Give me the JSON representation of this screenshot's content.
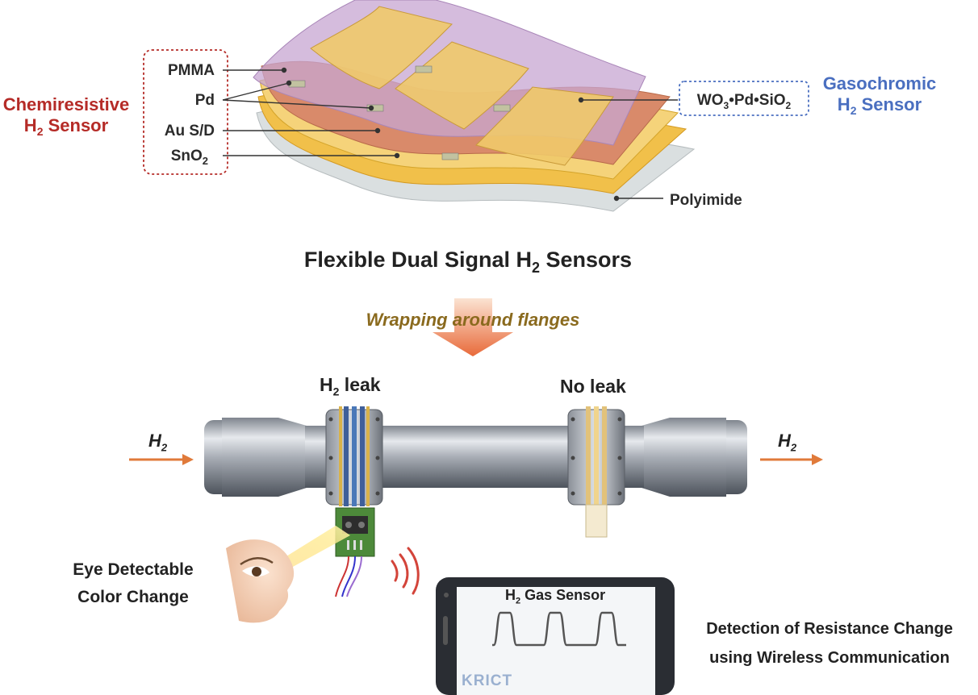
{
  "layers": {
    "chemiresistive": {
      "line1": "Chemiresistive",
      "line2_main": "H",
      "line2_sub": "2",
      "line2_rest": " Sensor"
    },
    "gasochromic": {
      "line1": "Gasochromic",
      "line2_main": "H",
      "line2_sub": "2",
      "line2_rest": " Sensor"
    },
    "pmma": "PMMA",
    "pd": "Pd",
    "au": "Au S/D",
    "sno2_main": "SnO",
    "sno2_sub": "2",
    "wo3": {
      "a": "WO",
      "a_sub": "3",
      "b": "•Pd•SiO",
      "b_sub": "2"
    },
    "polyimide": "Polyimide"
  },
  "title": {
    "main": "Flexible Dual Signal H",
    "sub": "2",
    "rest": " Sensors"
  },
  "wrap_label": "Wrapping around flanges",
  "pipe": {
    "h2_leak_main": "H",
    "h2_leak_sub": "2",
    "h2_leak_rest": " leak",
    "no_leak": "No leak",
    "inlet_main": "H",
    "inlet_sub": "2",
    "outlet_main": "H",
    "outlet_sub": "2"
  },
  "eye": {
    "line1": "Eye Detectable",
    "line2": "Color Change"
  },
  "phone": {
    "title_main": "H",
    "title_sub": "2",
    "title_rest": " Gas Sensor",
    "brand": "KRICT"
  },
  "wireless": {
    "line1": "Detection of Resistance Change",
    "line2": "using Wireless Communication"
  },
  "colors": {
    "red": "#b52b27",
    "blue": "#4a6fc0",
    "arrow": "#e07a3a",
    "wrap_text": "#8a6a1e"
  }
}
